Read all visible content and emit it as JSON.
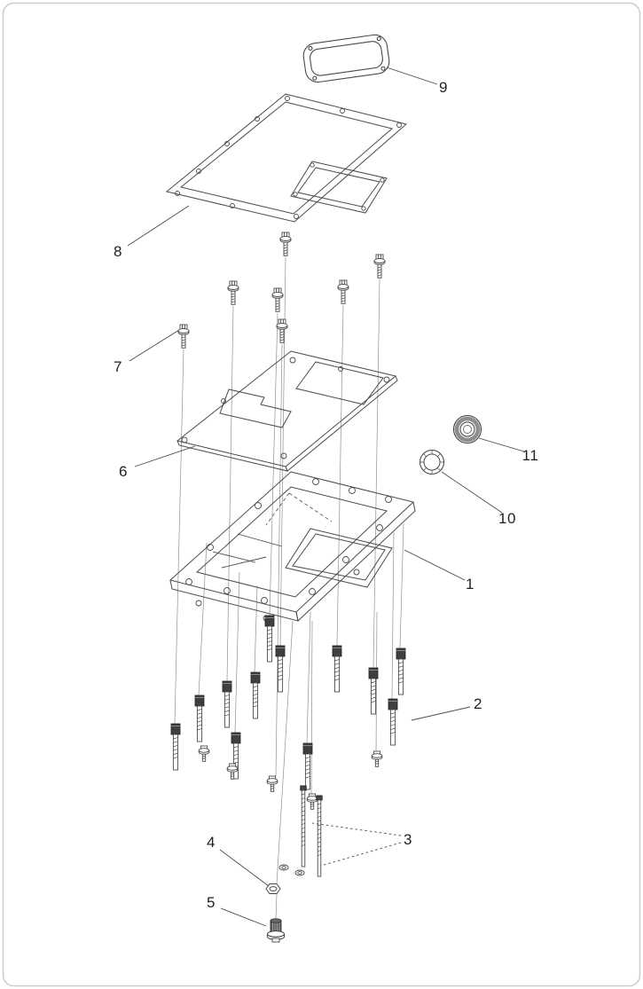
{
  "page": {
    "background": "#ffffff",
    "border_color": "#cbcbcb",
    "line_color": "#4a4a4a"
  },
  "diagram": {
    "kind": "exploded-parts-diagram",
    "callouts": [
      {
        "label": "1"
      },
      {
        "label": "2"
      },
      {
        "label": "3"
      },
      {
        "label": "4"
      },
      {
        "label": "5"
      },
      {
        "label": "6"
      },
      {
        "label": "7"
      },
      {
        "label": "8"
      },
      {
        "label": "9"
      },
      {
        "label": "10"
      },
      {
        "label": "11"
      }
    ]
  }
}
